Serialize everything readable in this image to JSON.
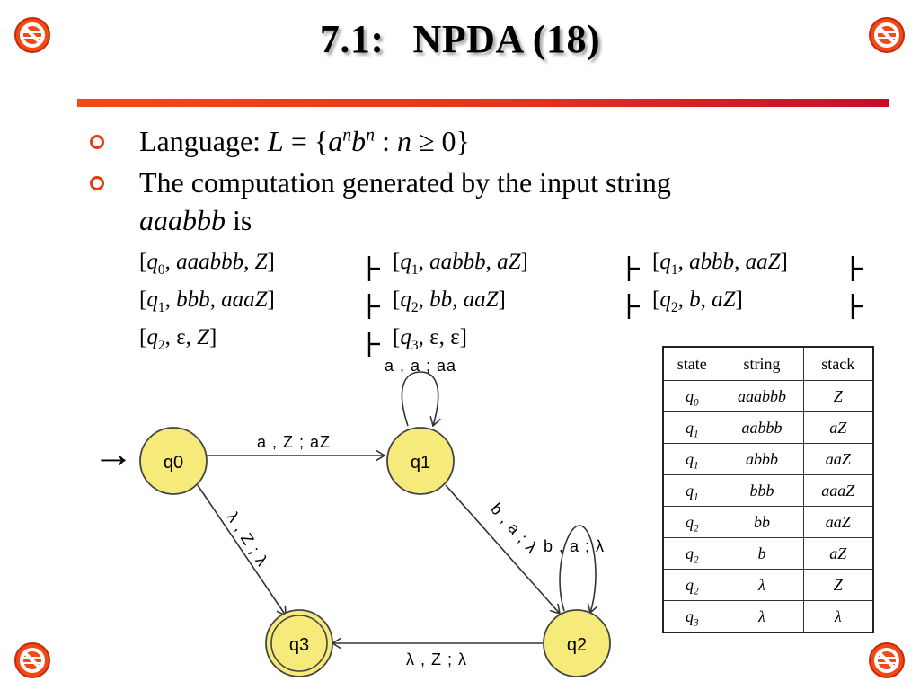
{
  "slide": {
    "title_number": "7.1:",
    "title_text": "NPDA (18)",
    "accent_color": "#e8301f",
    "corner_icon": "no-smoking-icon"
  },
  "bullets": [
    {
      "prefix": "Language: ",
      "L": "L",
      "eq": " = {",
      "a": "a",
      "n1": "n",
      "b": "b",
      "n2": "n",
      "colon": " : ",
      "n3": "n",
      "rest": " ≥ 0}"
    },
    {
      "line1": "The computation generated by the input string",
      "line2_italic": "aaabbb",
      "line2_rest": " is"
    }
  ],
  "trace": [
    [
      "[q0, aaabbb, Z]",
      "[q1, aabbb, aZ]",
      "[q1, abbb, aaZ]"
    ],
    [
      "[q1, bbb, aaaZ]",
      "[q2, bb, aaZ]",
      "[q2, b, aZ]"
    ],
    [
      "[q2, ε, Z]",
      "[q3, ε, ε]"
    ]
  ],
  "diagram": {
    "states": [
      "q0",
      "q1",
      "q2",
      "q3"
    ],
    "start_arrow": "→",
    "transitions": {
      "q1_loop": "a , a ; aa",
      "q0_q1": "a , Z ; aZ",
      "q0_q3": "λ , Z ; λ",
      "q1_q2": "b , a ; λ",
      "q2_loop": "b , a ; λ",
      "q2_q3": "λ , Z ; λ"
    }
  },
  "table": {
    "headers": [
      "state",
      "string",
      "stack"
    ],
    "rows": [
      [
        "q0",
        "aaabbb",
        "Z"
      ],
      [
        "q1",
        "aabbb",
        "aZ"
      ],
      [
        "q1",
        "abbb",
        "aaZ"
      ],
      [
        "q1",
        "bbb",
        "aaaZ"
      ],
      [
        "q2",
        "bb",
        "aaZ"
      ],
      [
        "q2",
        "b",
        "aZ"
      ],
      [
        "q2",
        "λ",
        "Z"
      ],
      [
        "q3",
        "λ",
        "λ"
      ]
    ]
  }
}
